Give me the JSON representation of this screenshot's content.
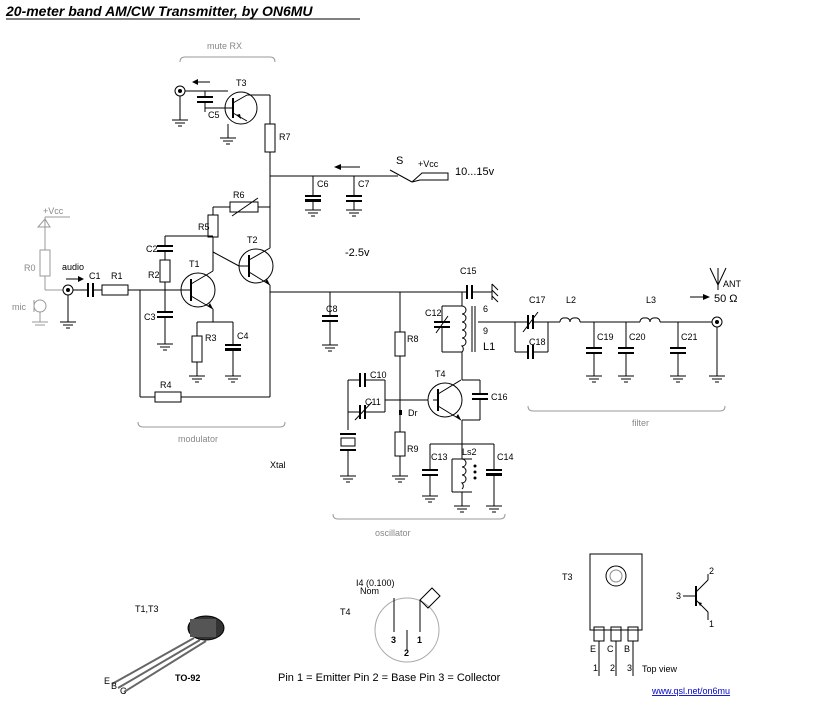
{
  "title": "20-meter band AM/CW Transmitter, by ON6MU",
  "labels": {
    "mute_rx": "mute RX",
    "vcc_top": "+Vcc",
    "supply": "10...15v",
    "switch": "S",
    "vcc_left": "+Vcc",
    "audio": "audio",
    "mic": "mic",
    "voltage": "-2.5v",
    "dr": "Dr",
    "xtal": "Xtal",
    "ant": "ANT",
    "impedance": "50 Ω",
    "modulator": "modulator",
    "oscillator": "oscillator",
    "filter": "filter",
    "l1_tap1": "6",
    "l1_tap2": "9"
  },
  "components": {
    "T1": "T1",
    "T2": "T2",
    "T3": "T3",
    "T4": "T4",
    "R0": "R0",
    "R1": "R1",
    "R2": "R2",
    "R3": "R3",
    "R4": "R4",
    "R5": "R5",
    "R6": "R6",
    "R7": "R7",
    "R8": "R8",
    "R9": "R9",
    "C1": "C1",
    "C2": "C2",
    "C3": "C3",
    "C4": "C4",
    "C5": "C5",
    "C6": "C6",
    "C7": "C7",
    "C8": "C8",
    "C10": "C10",
    "C11": "C11",
    "C12": "C12",
    "C13": "C13",
    "C14": "C14",
    "C15": "C15",
    "C16": "C16",
    "C17": "C17",
    "C18": "C18",
    "C19": "C19",
    "C20": "C20",
    "C21": "C21",
    "L1": "L1",
    "L2": "L2",
    "L3": "L3",
    "Ls2": "Ls2"
  },
  "packages": {
    "to92_label": "T1,T3",
    "to92_name": "TO-92",
    "to92_pins": [
      "E",
      "B",
      "C"
    ],
    "t4_label": "T4",
    "t4_note": "I4 (0.100)\nNom",
    "t4_pins": [
      "3",
      "2",
      "1"
    ],
    "t3_label": "T3",
    "t3_pins_letters": [
      "E",
      "C",
      "B"
    ],
    "t3_pins_numbers": [
      "1",
      "2",
      "3"
    ],
    "top_view": "Top view",
    "t3_symbol_pins": [
      "3",
      "2",
      "1"
    ]
  },
  "pinout": "Pin 1 = Emitter   Pin 2 = Base   Pin 3 = Collector",
  "url": "www.qsl.net/on6mu"
}
